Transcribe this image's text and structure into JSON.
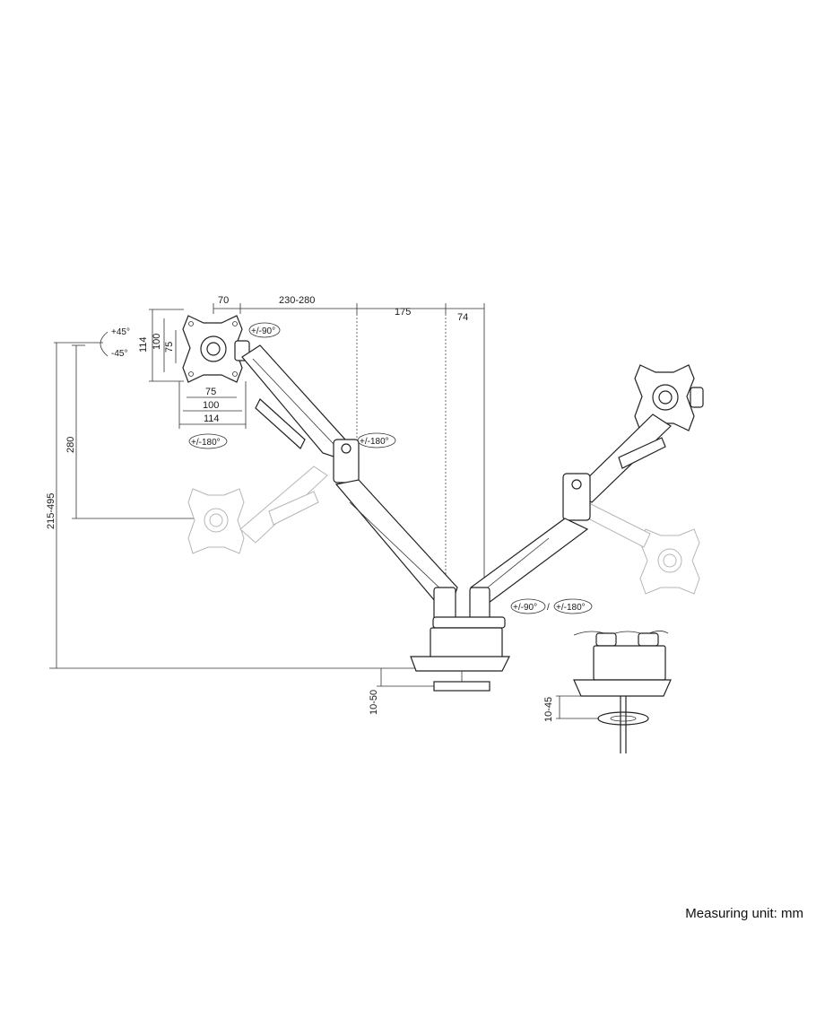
{
  "dimensions": {
    "top_left": "70",
    "top_reach": "230-280",
    "top_mid": "175",
    "top_right": "74",
    "vesa_height_outer": "114",
    "vesa_height_100": "100",
    "vesa_height_75": "75",
    "vesa_width_75": "75",
    "vesa_width_100": "100",
    "vesa_width_114": "114",
    "arm_drop": "280",
    "height_range": "215-495",
    "clamp_range": "10-50",
    "grommet_range": "10-45"
  },
  "rotations": {
    "tilt_up": "+45°",
    "tilt_down": "-45°",
    "rotate_top": "+/-90°",
    "swivel_left": "+/-180°",
    "swivel_arm": "+/-180°",
    "base_rotate": "+/-90°",
    "base_separator": "/",
    "base_swivel": "+/-180°"
  },
  "measuring_unit": "Measuring unit: mm"
}
